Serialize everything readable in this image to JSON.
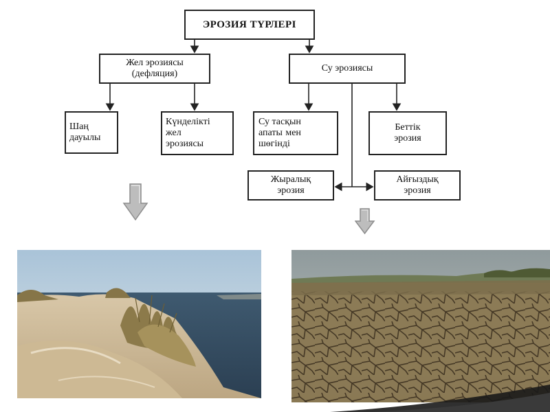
{
  "diagram": {
    "root": "ЭРОЗИЯ ТҮРЛЕРІ",
    "wind": {
      "label": "Жел эрозиясы\n(дефляция)"
    },
    "water": {
      "label": "Су эрозиясы"
    },
    "leaves": {
      "dust_storm": "Шаң\nдауылы",
      "daily_wind": "Күнделікті\nжел\nэрозиясы",
      "flood": "Су тасқын\nапаты мен\nшөгінді",
      "surface": "Беттік\nэрозия",
      "gully": "Жыралық\nэрозия",
      "furrow": "Айғыздық\nэрозия"
    }
  },
  "arrows": {
    "icon": "down-arrow-icon",
    "color": "#b9b9b9"
  },
  "photos": {
    "left": {
      "scene": "sand-dune-photo"
    },
    "right": {
      "scene": "cracked-soil-photo"
    }
  },
  "colors": {
    "line": "#222222",
    "accent_corner": "#1a1a1a"
  }
}
